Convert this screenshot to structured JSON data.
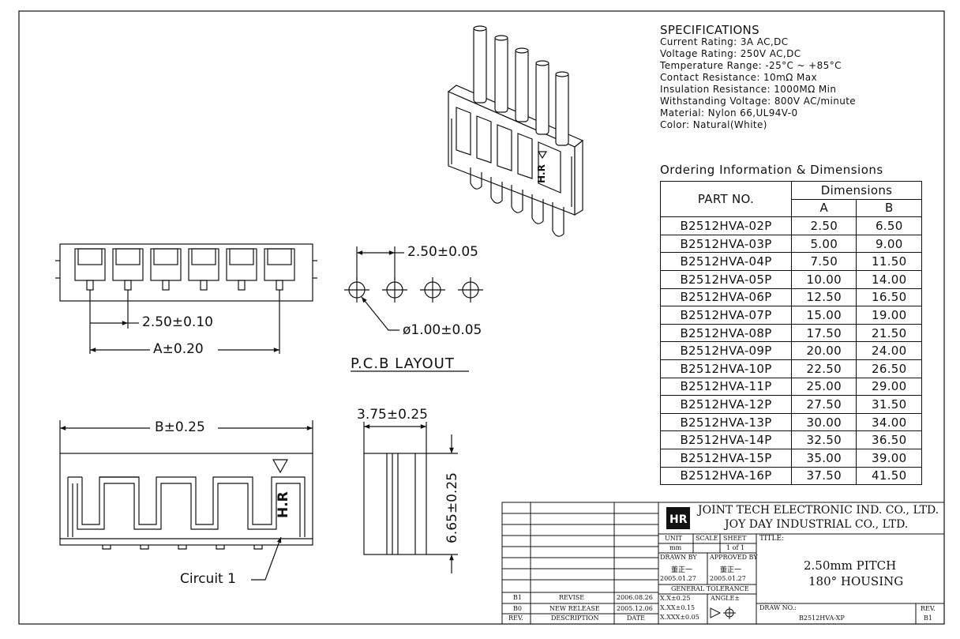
{
  "specifications": {
    "title": "SPECIFICATIONS",
    "lines": [
      "Current Rating: 3A AC,DC",
      "Voltage Rating: 250V AC,DC",
      "Temperature Range: -25°C ~ +85°C",
      "Contact Resistance: 10mΩ Max",
      "Insulation Resistance: 1000MΩ Min",
      "Withstanding Voltage: 800V AC/minute",
      "Material: Nylon 66,UL94V-0",
      "Color: Natural(White)"
    ]
  },
  "ordering": {
    "title": "Ordering Information & Dimensions",
    "header_part": "PART NO.",
    "header_dims": "Dimensions",
    "header_a": "A",
    "header_b": "B",
    "rows": [
      {
        "part": "B2512HVA-02P",
        "a": "2.50",
        "b": "6.50"
      },
      {
        "part": "B2512HVA-03P",
        "a": "5.00",
        "b": "9.00"
      },
      {
        "part": "B2512HVA-04P",
        "a": "7.50",
        "b": "11.50"
      },
      {
        "part": "B2512HVA-05P",
        "a": "10.00",
        "b": "14.00"
      },
      {
        "part": "B2512HVA-06P",
        "a": "12.50",
        "b": "16.50"
      },
      {
        "part": "B2512HVA-07P",
        "a": "15.00",
        "b": "19.00"
      },
      {
        "part": "B2512HVA-08P",
        "a": "17.50",
        "b": "21.50"
      },
      {
        "part": "B2512HVA-09P",
        "a": "20.00",
        "b": "24.00"
      },
      {
        "part": "B2512HVA-10P",
        "a": "22.50",
        "b": "26.50"
      },
      {
        "part": "B2512HVA-11P",
        "a": "25.00",
        "b": "29.00"
      },
      {
        "part": "B2512HVA-12P",
        "a": "27.50",
        "b": "31.50"
      },
      {
        "part": "B2512HVA-13P",
        "a": "30.00",
        "b": "34.00"
      },
      {
        "part": "B2512HVA-14P",
        "a": "32.50",
        "b": "36.50"
      },
      {
        "part": "B2512HVA-15P",
        "a": "35.00",
        "b": "39.00"
      },
      {
        "part": "B2512HVA-16P",
        "a": "37.50",
        "b": "41.50"
      }
    ]
  },
  "dimensions": {
    "pitch_top": "2.50±0.10",
    "a_dim": "A±0.20",
    "pcb_pitch": "2.50±0.05",
    "hole_dia": "ø1.00±0.05",
    "pcb_layout": "P.C.B LAYOUT",
    "b_dim": "B±0.25",
    "depth": "3.75±0.25",
    "height": "6.65±0.25",
    "circuit": "Circuit 1",
    "brand_mark": "H.R"
  },
  "title_block": {
    "company1": "JOINT TECH ELECTRONIC IND. CO., LTD.",
    "company2": "JOY DAY INDUSTRIAL CO., LTD.",
    "unit_label": "UNIT",
    "scale_label": "SCALE",
    "sheet_label": "SHEET",
    "title_label": "TITLE:",
    "unit_value": "mm",
    "sheet_value": "1 of 1",
    "drawn_label": "DRAWN BY",
    "approved_label": "APPROVED BY",
    "drawn_name": "董正一",
    "approved_name": "董正一",
    "drawn_date": "2005.01.27",
    "approved_date": "2005.01.27",
    "general_tolerance": "GENERAL TOLERANCE",
    "tol1": "X.X±0.25",
    "tol2": "X.XX±0.15",
    "tol3": "X.XXX±0.05",
    "angle": "ANGLE±",
    "title_line1": "2.50mm PITCH",
    "title_line2": "180° HOUSING",
    "drawno_label": "DRAW NO.:",
    "drawno_value": "B2512HVA-XP",
    "rev_label_right": "REV.",
    "rev_value_right": "B1",
    "revisions": [
      {
        "rev": "B1",
        "desc": "REVISE",
        "date": "2006.08.26"
      },
      {
        "rev": "B0",
        "desc": "NEW RELEASE",
        "date": "2005.12.06"
      }
    ],
    "rev_header": "REV.",
    "desc_header": "DESCRIPTION",
    "date_header": "DATE"
  }
}
